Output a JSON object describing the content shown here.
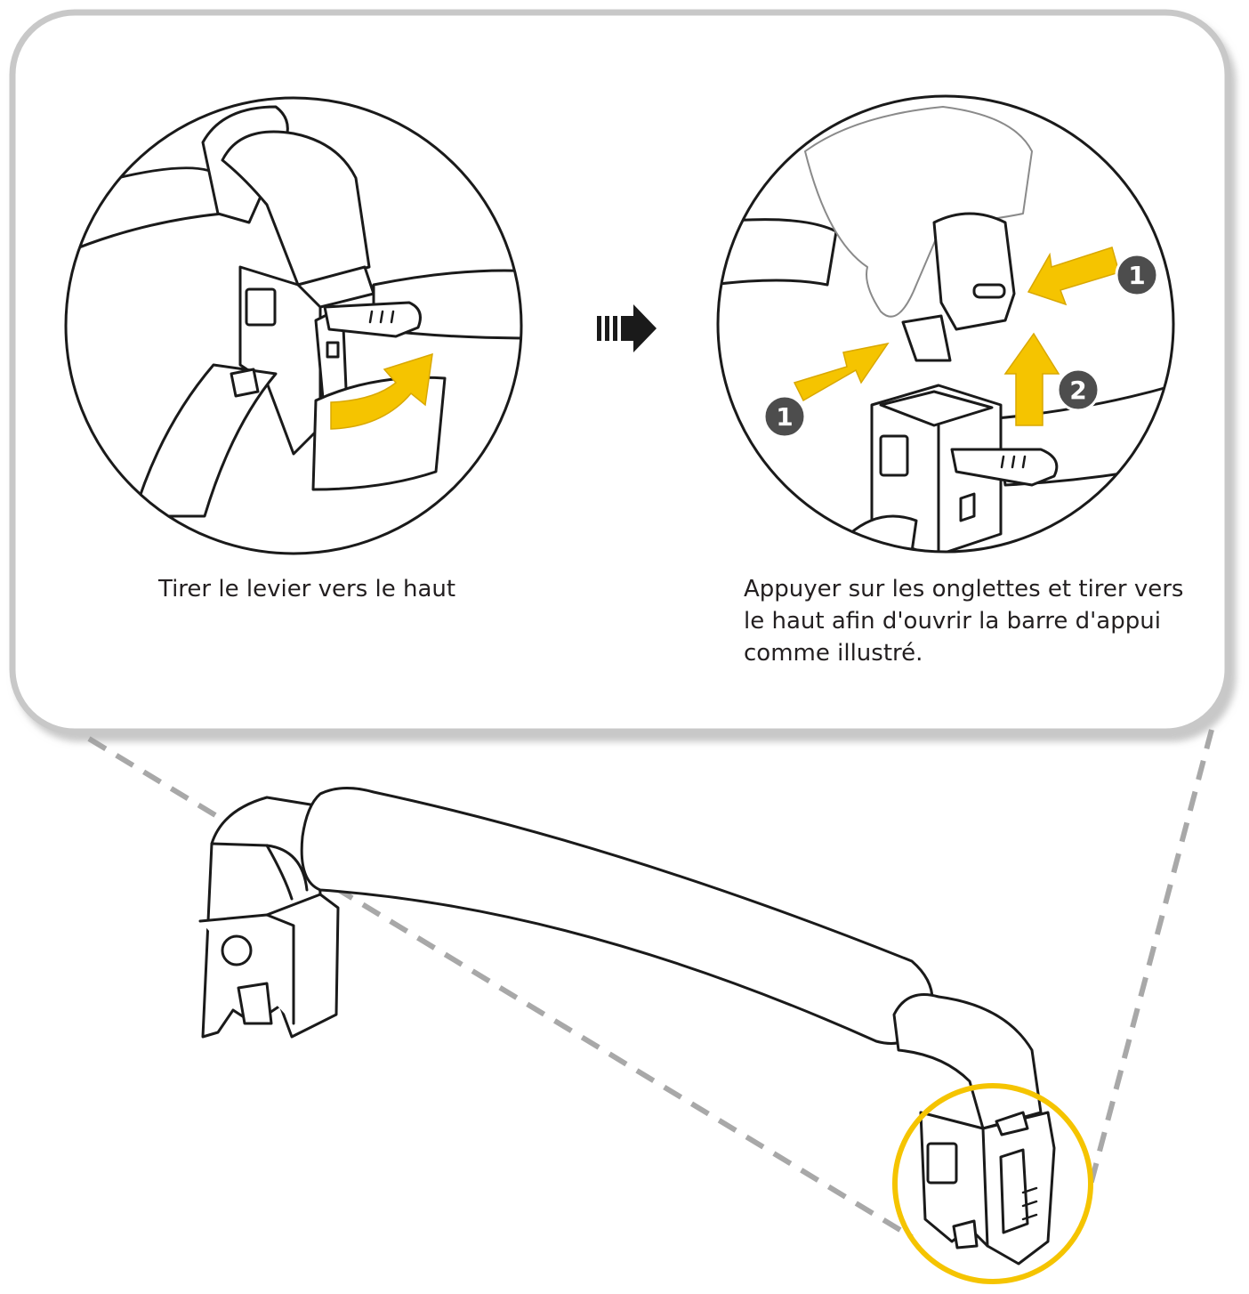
{
  "captions": {
    "step_left": "Tirer le levier vers le haut",
    "step_right": "Appuyer sur les onglettes et tirer vers le haut afin d'ouvrir la barre d'appui comme illustré."
  },
  "callouts": {
    "press_tab_number": "1",
    "lift_number": "2"
  },
  "colors": {
    "highlight_yellow": "#f5c400",
    "line": "#1a1a1a",
    "panel_border": "#c8c8c8",
    "dash_gray": "#a8a8a8",
    "badge_dark": "#4d4d4d"
  },
  "icons": [
    "next-step-arrow-icon",
    "curved-arrow-icon",
    "push-arrow-icon",
    "lift-arrow-icon"
  ]
}
